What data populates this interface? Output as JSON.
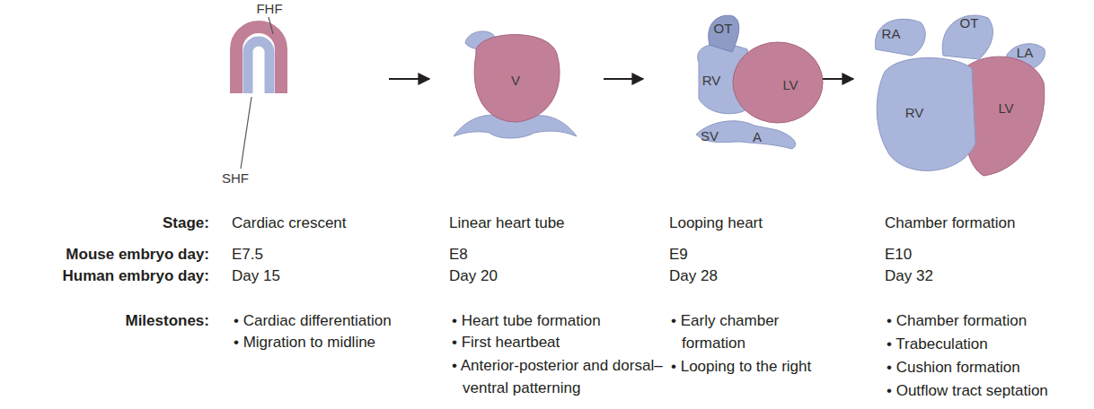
{
  "diagram": {
    "labels": [
      "FHF",
      "SHF",
      "V",
      "OT",
      "RV",
      "LV",
      "SV",
      "A",
      "RA",
      "OT",
      "LA",
      "RV",
      "LV",
      "Stage:",
      "Cardiac crescent",
      "Linear heart tube",
      "Looping heart",
      "Chamber formation",
      "Mouse embryo day:",
      "E7.5",
      "E8",
      "E9",
      "E10",
      "Human embryo day:",
      "Day 15",
      "Day 20",
      "Day 28",
      "Day 32",
      "Milestones:",
      "• Cardiac differentiation",
      "• Migration to midline",
      "• Heart tube formation",
      "• First heartbeat",
      "• Anterior-posterior and dorsal–ventral patterning",
      "• Early chamber formation",
      "• Looping to the right",
      "• Chamber formation",
      "• Trabeculation",
      "• Cushion formation",
      "• Outflow tract septation"
    ]
  }
}
